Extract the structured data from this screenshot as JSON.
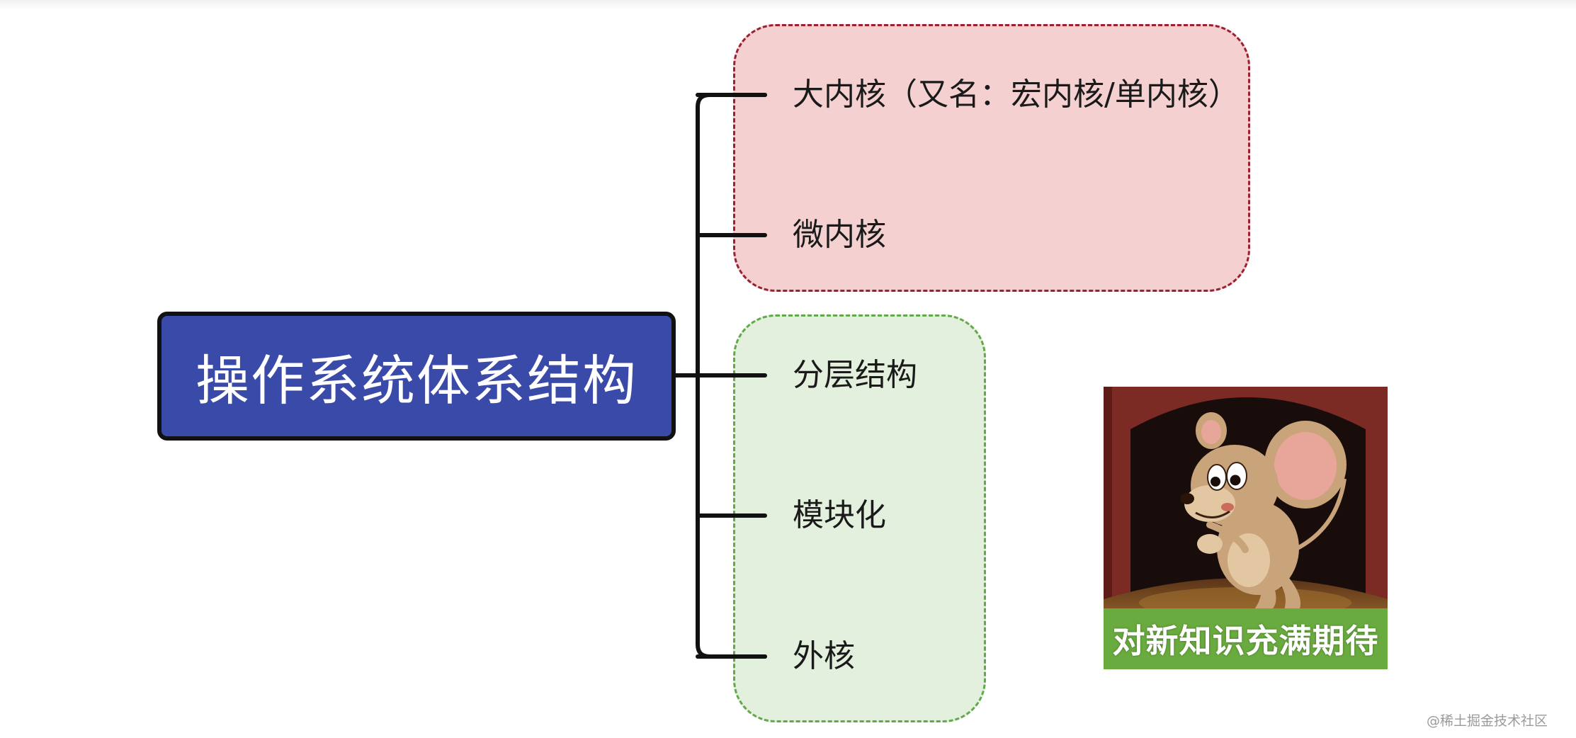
{
  "diagram": {
    "root": {
      "label": "操作系统体系结构",
      "fill_color": "#3a4aa8",
      "border_color": "#111111"
    },
    "groups": [
      {
        "name": "red-group",
        "fill_color": "#f4d1d0",
        "border_color": "#9b2030",
        "border_style": "dashed",
        "items": [
          "大内核（又名：宏内核/单内核）",
          "微内核"
        ]
      },
      {
        "name": "green-group",
        "fill_color": "#e3f0dd",
        "border_color": "#63a94c",
        "border_style": "dashed",
        "items": [
          "分层结构",
          "模块化",
          "外核"
        ]
      }
    ],
    "connector_color": "#111111"
  },
  "sticker": {
    "icon": "jerry-mouse-sticker",
    "caption": "对新知识充满期待",
    "caption_bg": "#6aab3f"
  },
  "watermark": {
    "text": "@稀土掘金技术社区"
  }
}
